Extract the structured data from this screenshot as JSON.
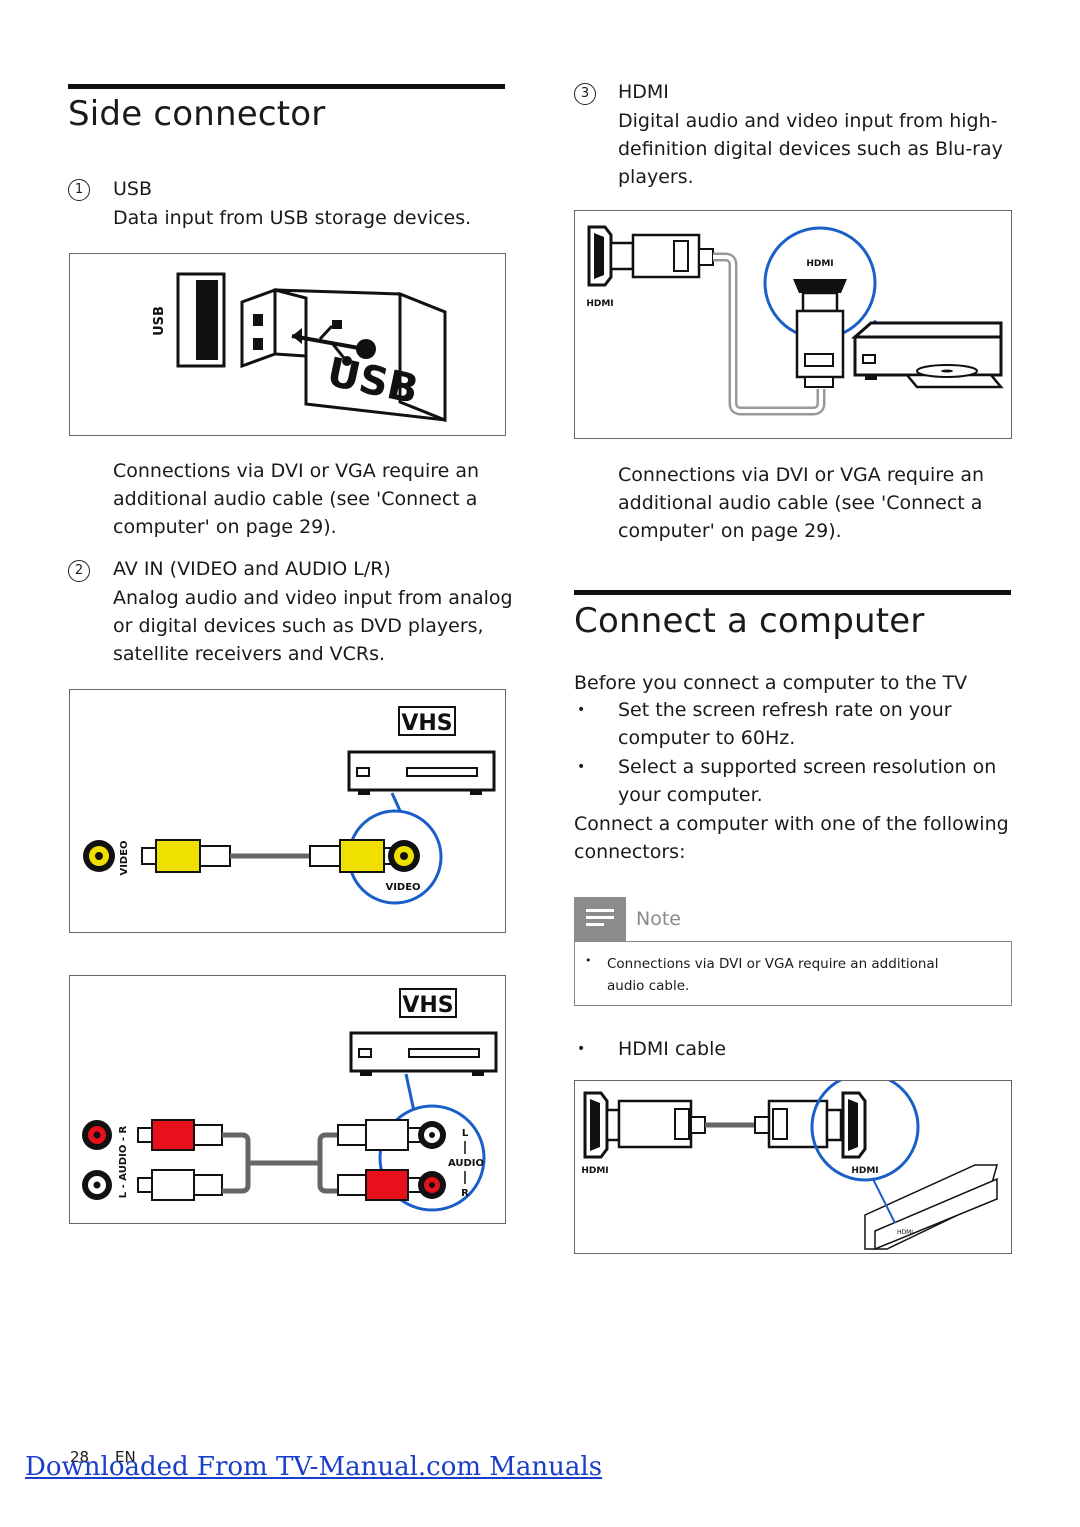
{
  "left": {
    "section_title": "Side connector",
    "items": [
      {
        "number": "1",
        "heading": "USB",
        "text": "Data input from USB storage devices."
      },
      {
        "number": "2",
        "heading": "AV IN (VIDEO and AUDIO L/R)",
        "text_lines": [
          "Analog audio and video input from analog",
          "or digital devices such as DVD players,",
          "satellite receivers and VCRs."
        ]
      }
    ],
    "dvi_note_lines": [
      "Connections via DVI or VGA require an",
      "additional audio cable (see 'Connect a",
      "computer' on page 29)."
    ],
    "usb_figure": {
      "port_label": "USB",
      "stick_label": "USB"
    },
    "video_figure": {
      "brand": "VHS",
      "port_label": "VIDEO",
      "callout_label": "VIDEO"
    },
    "audio_figure": {
      "brand": "VHS",
      "port_label": "L - AUDIO - R",
      "callout_l": "L",
      "callout_audio": "AUDIO",
      "callout_r": "R"
    }
  },
  "right": {
    "item3": {
      "number": "3",
      "heading": "HDMI",
      "text_lines": [
        "Digital audio and video input from high-",
        "definition digital devices such as Blu-ray",
        "players."
      ]
    },
    "hdmi_figure": {
      "port_label": "HDMI",
      "callout_label": "HDMI"
    },
    "dvi_note_lines": [
      "Connections via DVI or VGA require an",
      "additional audio cable (see 'Connect a",
      "computer' on page 29)."
    ],
    "section_title": "Connect a computer",
    "before_heading": "Before you connect a computer to the TV",
    "bullets": [
      {
        "lines": [
          "Set the screen refresh rate on your",
          "computer to 60Hz."
        ]
      },
      {
        "lines": [
          "Select a supported screen resolution on",
          "your computer."
        ]
      }
    ],
    "connect_lines": [
      "Connect a computer with one of the following",
      "connectors:"
    ],
    "note": {
      "label": "Note",
      "lines": [
        "Connections via DVI or VGA require an additional",
        "audio cable."
      ]
    },
    "hdmi_cable_bullet": "HDMI cable",
    "pc_figure": {
      "left_label": "HDMI",
      "right_label": "HDMI",
      "laptop_label": "HDMI"
    }
  },
  "footer": {
    "page": "28",
    "lang": "EN",
    "link": "Downloaded From TV-Manual.com Manuals"
  }
}
